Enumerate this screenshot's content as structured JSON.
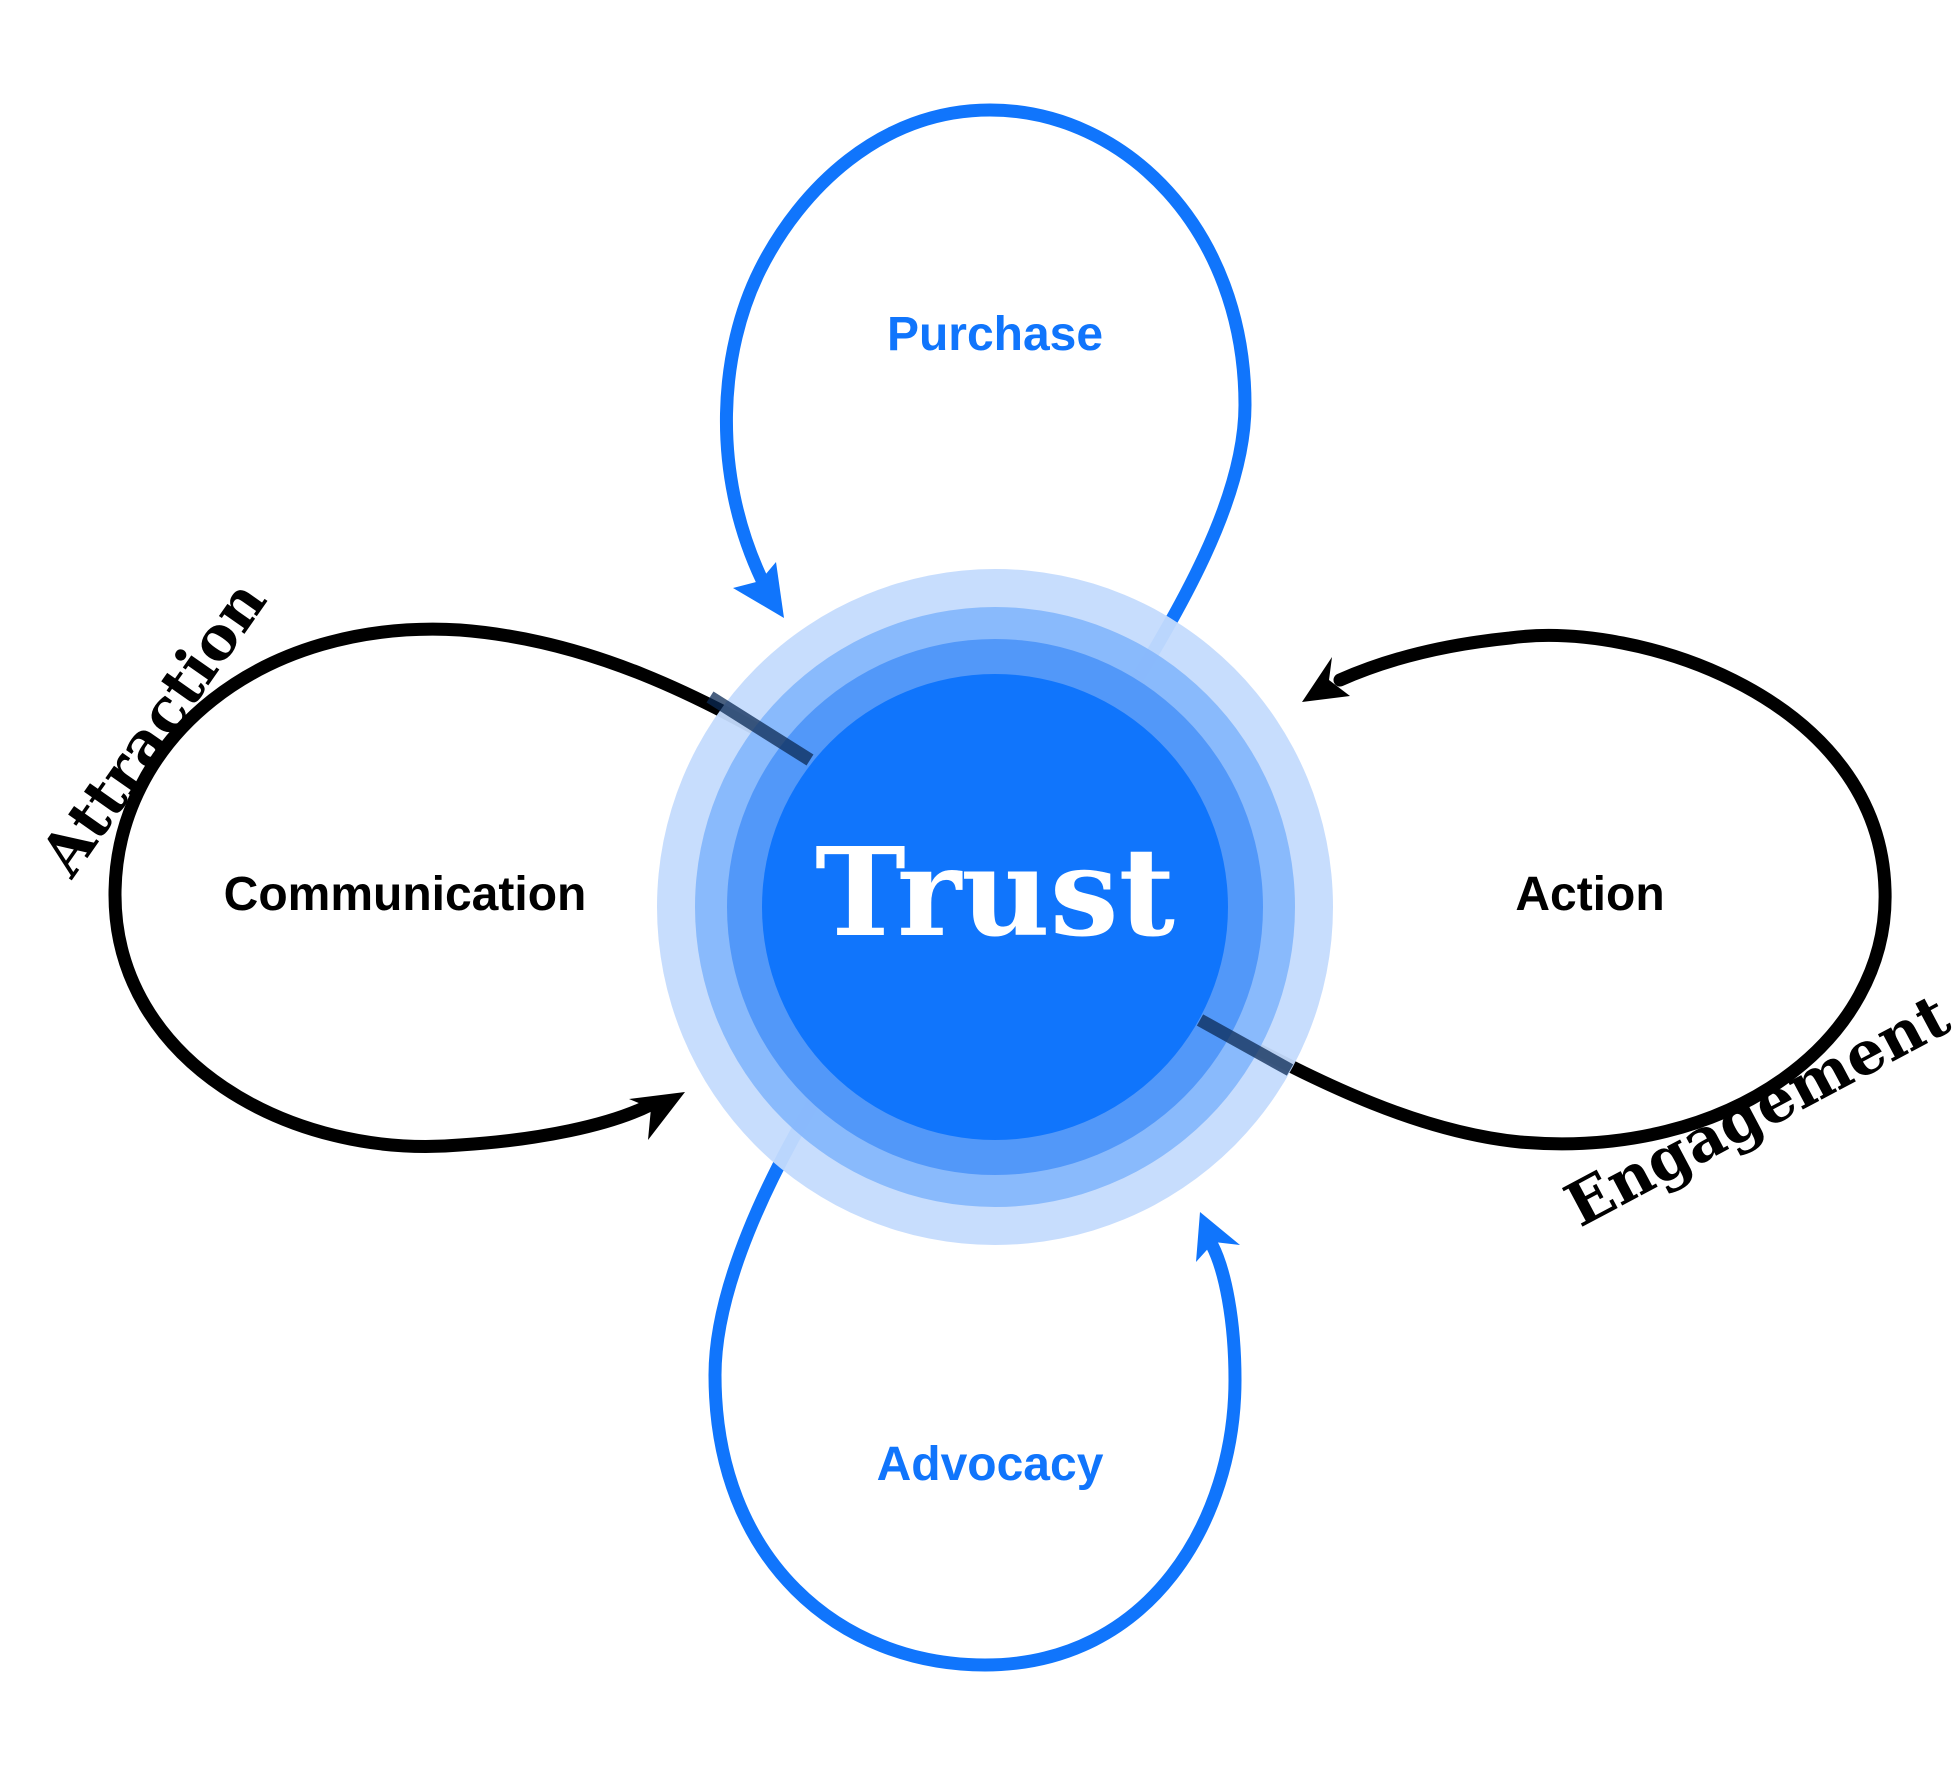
{
  "center": {
    "label": "Trust"
  },
  "loops": {
    "top": {
      "label": "Purchase"
    },
    "bottom": {
      "label": "Advocacy"
    },
    "left": {
      "label": "Communication"
    },
    "right": {
      "label": "Action"
    }
  },
  "arc_labels": {
    "left": "Attraction",
    "right": "Engagement"
  },
  "colors": {
    "blue": "#1075FC",
    "black": "#000000",
    "center_text": "#ffffff",
    "halo_1": "#C4DBFD",
    "halo_2": "#86B7FC",
    "halo_3": "#4F96F9"
  }
}
